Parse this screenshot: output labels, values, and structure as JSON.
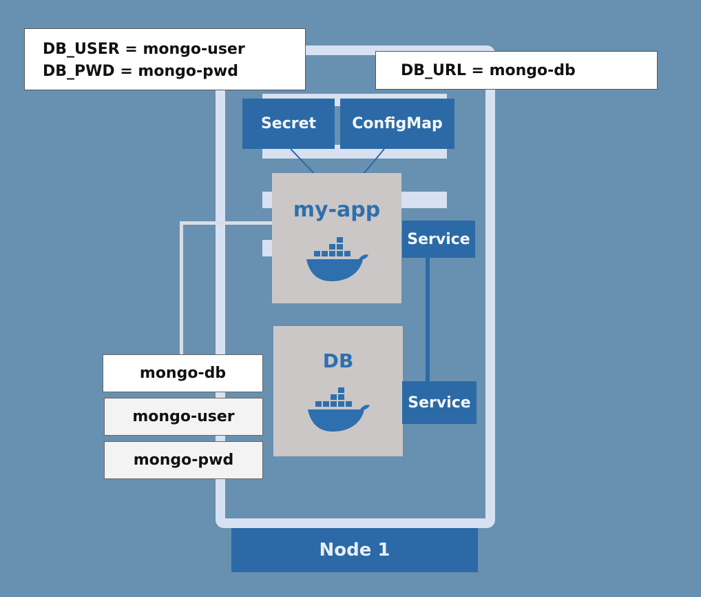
{
  "secret_note": {
    "lines": [
      "DB_USER = mongo-user",
      "DB_PWD = mongo-pwd"
    ]
  },
  "configmap_note": {
    "line": "DB_URL = mongo-db"
  },
  "resources": {
    "secret": "Secret",
    "configmap": "ConfigMap"
  },
  "pods": {
    "app": "my-app",
    "db": "DB"
  },
  "services": {
    "app": "Service",
    "db": "Service"
  },
  "node": {
    "label": "Node 1"
  },
  "values": [
    "mongo-db",
    "mongo-user",
    "mongo-pwd"
  ],
  "colors": {
    "background": "#6890b0",
    "k8s_blue": "#2b6aa6",
    "frame": "#d7e1f1",
    "pod_grey": "#cbc7c6",
    "docker_blue": "#2e6fae"
  },
  "icons": {
    "pod_icon": "docker-whale-icon"
  }
}
